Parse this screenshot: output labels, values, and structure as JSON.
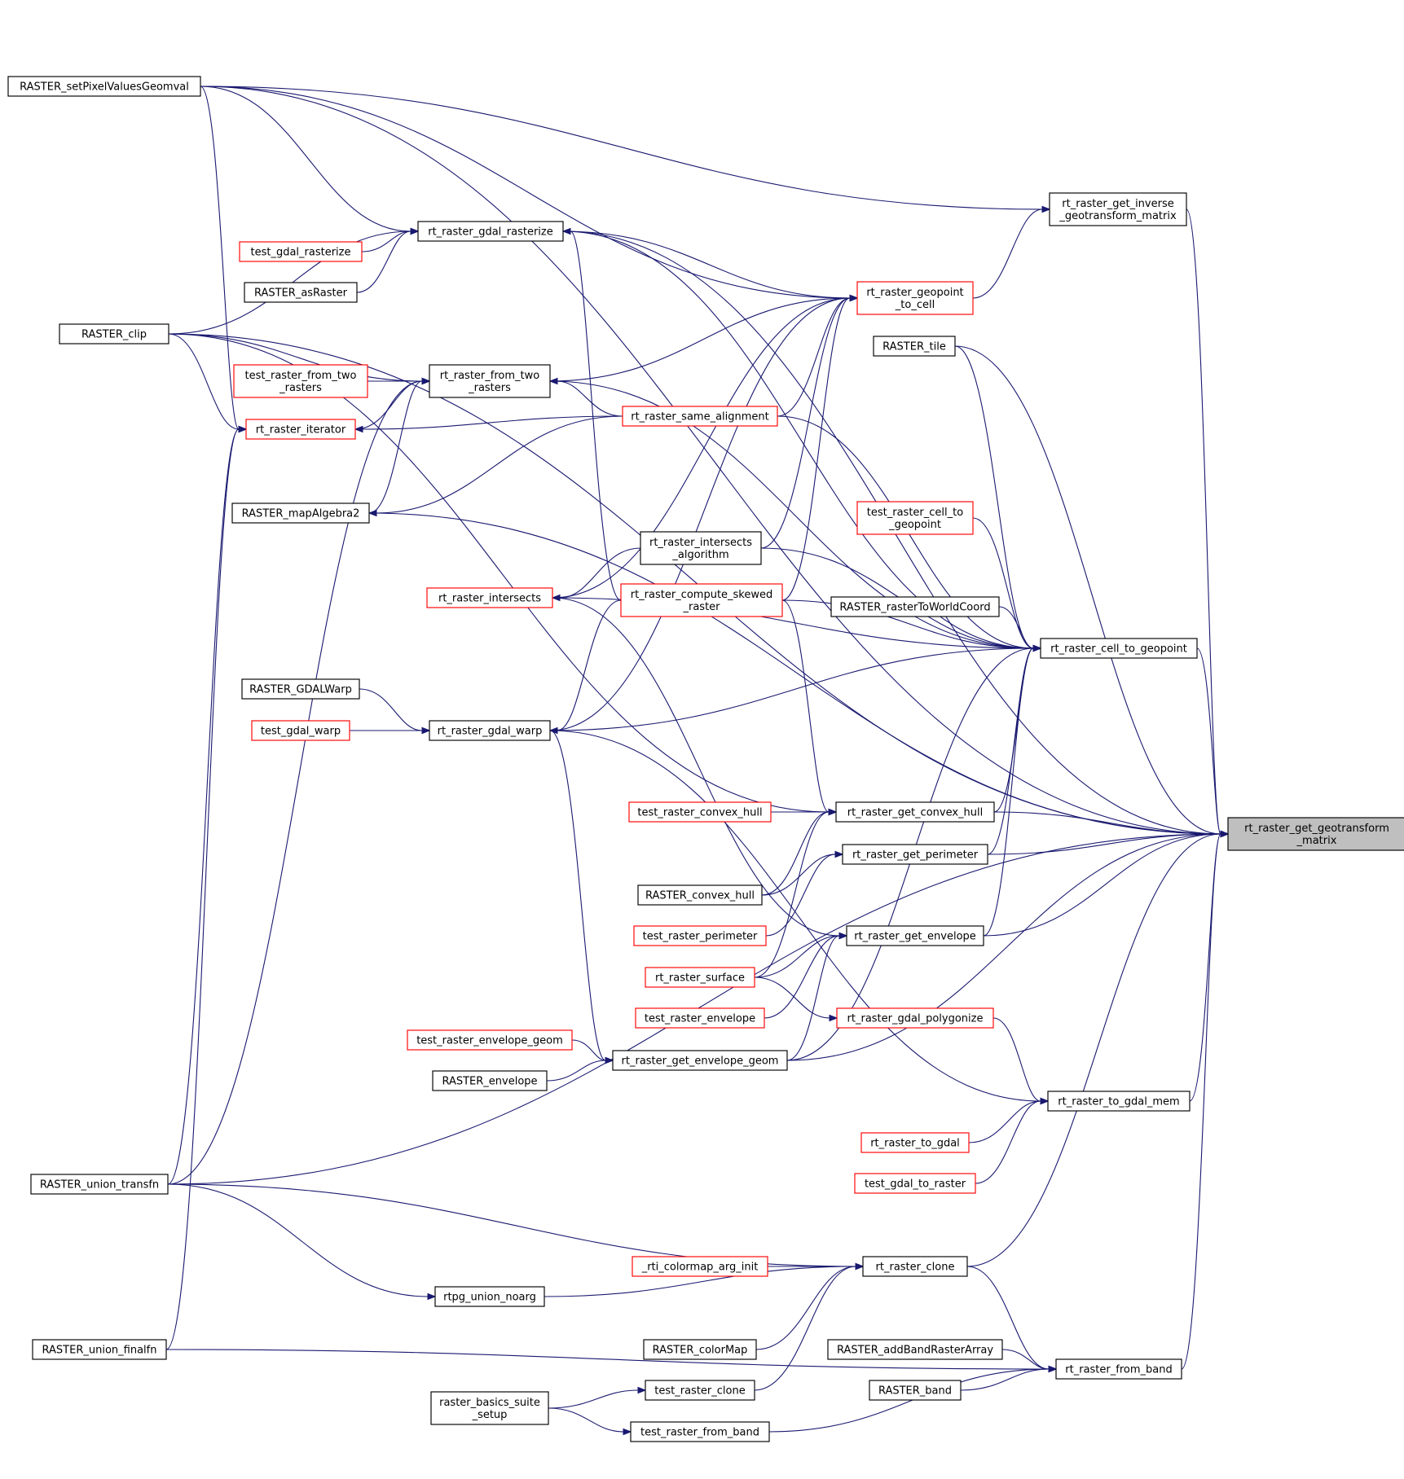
{
  "colors": {
    "edge": "#191970",
    "box_border": "#000000",
    "box_border_red": "#ff0000",
    "box_fill": "#ffffff",
    "focus_fill": "#bfbfbf"
  },
  "nodes": [
    {
      "id": "main",
      "lines": [
        "rt_raster_get_geotransform",
        "_matrix"
      ],
      "border": "black",
      "focus": true,
      "interactable": false
    },
    {
      "id": "setPixel",
      "lines": [
        "RASTER_setPixelValuesGeomval"
      ],
      "border": "black",
      "interactable": true
    },
    {
      "id": "inverse",
      "lines": [
        "rt_raster_get_inverse",
        "_geotransform_matrix"
      ],
      "border": "black",
      "interactable": true
    },
    {
      "id": "rasterize",
      "lines": [
        "rt_raster_gdal_rasterize"
      ],
      "border": "black",
      "interactable": true
    },
    {
      "id": "test_rasterize",
      "lines": [
        "test_gdal_rasterize"
      ],
      "border": "red",
      "interactable": true
    },
    {
      "id": "asRaster",
      "lines": [
        "RASTER_asRaster"
      ],
      "border": "black",
      "interactable": true
    },
    {
      "id": "geopoint",
      "lines": [
        "rt_raster_geopoint",
        "_to_cell"
      ],
      "border": "red",
      "interactable": true
    },
    {
      "id": "clip",
      "lines": [
        "RASTER_clip"
      ],
      "border": "black",
      "interactable": true
    },
    {
      "id": "tile",
      "lines": [
        "RASTER_tile"
      ],
      "border": "black",
      "interactable": true
    },
    {
      "id": "fromtwo",
      "lines": [
        "rt_raster_from_two",
        "_rasters"
      ],
      "border": "black",
      "interactable": true
    },
    {
      "id": "test_fromtwo",
      "lines": [
        "test_raster_from_two",
        "_rasters"
      ],
      "border": "red",
      "interactable": true
    },
    {
      "id": "iterator",
      "lines": [
        "rt_raster_iterator"
      ],
      "border": "red",
      "interactable": true
    },
    {
      "id": "samealign",
      "lines": [
        "rt_raster_same_alignment"
      ],
      "border": "red",
      "interactable": true
    },
    {
      "id": "mapalg",
      "lines": [
        "RASTER_mapAlgebra2"
      ],
      "border": "black",
      "interactable": true
    },
    {
      "id": "test_celltogeo",
      "lines": [
        "test_raster_cell_to",
        "_geopoint"
      ],
      "border": "red",
      "interactable": true
    },
    {
      "id": "intalg",
      "lines": [
        "rt_raster_intersects",
        "_algorithm"
      ],
      "border": "black",
      "interactable": true
    },
    {
      "id": "intersects",
      "lines": [
        "rt_raster_intersects"
      ],
      "border": "red",
      "interactable": true
    },
    {
      "id": "skewed",
      "lines": [
        "rt_raster_compute_skewed",
        "_raster"
      ],
      "border": "red",
      "interactable": true
    },
    {
      "id": "r2world",
      "lines": [
        "RASTER_rasterToWorldCoord"
      ],
      "border": "black",
      "interactable": true
    },
    {
      "id": "celltogeo",
      "lines": [
        "rt_raster_cell_to_geopoint"
      ],
      "border": "black",
      "interactable": true
    },
    {
      "id": "gdalwarp_sql",
      "lines": [
        "RASTER_GDALWarp"
      ],
      "border": "black",
      "interactable": true
    },
    {
      "id": "test_warp",
      "lines": [
        "test_gdal_warp"
      ],
      "border": "red",
      "interactable": true
    },
    {
      "id": "warp",
      "lines": [
        "rt_raster_gdal_warp"
      ],
      "border": "black",
      "interactable": true
    },
    {
      "id": "test_hull",
      "lines": [
        "test_raster_convex_hull"
      ],
      "border": "red",
      "interactable": true
    },
    {
      "id": "hull",
      "lines": [
        "rt_raster_get_convex_hull"
      ],
      "border": "black",
      "interactable": true
    },
    {
      "id": "perimeter",
      "lines": [
        "rt_raster_get_perimeter"
      ],
      "border": "black",
      "interactable": true
    },
    {
      "id": "hull_sql",
      "lines": [
        "RASTER_convex_hull"
      ],
      "border": "black",
      "interactable": true
    },
    {
      "id": "test_perim",
      "lines": [
        "test_raster_perimeter"
      ],
      "border": "red",
      "interactable": true
    },
    {
      "id": "envelope",
      "lines": [
        "rt_raster_get_envelope"
      ],
      "border": "black",
      "interactable": true
    },
    {
      "id": "surface",
      "lines": [
        "rt_raster_surface"
      ],
      "border": "red",
      "interactable": true
    },
    {
      "id": "test_env",
      "lines": [
        "test_raster_envelope"
      ],
      "border": "red",
      "interactable": true
    },
    {
      "id": "polygonize",
      "lines": [
        "rt_raster_gdal_polygonize"
      ],
      "border": "red",
      "interactable": true
    },
    {
      "id": "test_envgeom",
      "lines": [
        "test_raster_envelope_geom"
      ],
      "border": "red",
      "interactable": true
    },
    {
      "id": "envgeom",
      "lines": [
        "rt_raster_get_envelope_geom"
      ],
      "border": "black",
      "interactable": true
    },
    {
      "id": "env_sql",
      "lines": [
        "RASTER_envelope"
      ],
      "border": "black",
      "interactable": true
    },
    {
      "id": "gdalmem",
      "lines": [
        "rt_raster_to_gdal_mem"
      ],
      "border": "black",
      "interactable": true
    },
    {
      "id": "togdal",
      "lines": [
        "rt_raster_to_gdal"
      ],
      "border": "red",
      "interactable": true
    },
    {
      "id": "test_gdal2raster",
      "lines": [
        "test_gdal_to_raster"
      ],
      "border": "red",
      "interactable": true
    },
    {
      "id": "union_t",
      "lines": [
        "RASTER_union_transfn"
      ],
      "border": "black",
      "interactable": true
    },
    {
      "id": "clone",
      "lines": [
        "rt_raster_clone"
      ],
      "border": "black",
      "interactable": true
    },
    {
      "id": "cmap",
      "lines": [
        "_rti_colormap_arg_init"
      ],
      "border": "red",
      "interactable": true
    },
    {
      "id": "noarg",
      "lines": [
        "rtpg_union_noarg"
      ],
      "border": "black",
      "interactable": true
    },
    {
      "id": "colormap",
      "lines": [
        "RASTER_colorMap"
      ],
      "border": "black",
      "interactable": true
    },
    {
      "id": "addband",
      "lines": [
        "RASTER_addBandRasterArray"
      ],
      "border": "black",
      "interactable": true
    },
    {
      "id": "union_f",
      "lines": [
        "RASTER_union_finalfn"
      ],
      "border": "black",
      "interactable": true
    },
    {
      "id": "fromband",
      "lines": [
        "rt_raster_from_band"
      ],
      "border": "black",
      "interactable": true
    },
    {
      "id": "band",
      "lines": [
        "RASTER_band"
      ],
      "border": "black",
      "interactable": true
    },
    {
      "id": "test_clone",
      "lines": [
        "test_raster_clone"
      ],
      "border": "black",
      "interactable": true
    },
    {
      "id": "suite",
      "lines": [
        "raster_basics_suite",
        "_setup"
      ],
      "border": "black",
      "interactable": true
    },
    {
      "id": "test_fromband",
      "lines": [
        "test_raster_from_band"
      ],
      "border": "black",
      "interactable": true
    }
  ],
  "edges": [
    [
      "setPixel",
      "main"
    ],
    [
      "inverse",
      "main"
    ],
    [
      "rasterize",
      "main"
    ],
    [
      "tile",
      "main"
    ],
    [
      "celltogeo",
      "main"
    ],
    [
      "mapalg",
      "main"
    ],
    [
      "hull",
      "main"
    ],
    [
      "perimeter",
      "main"
    ],
    [
      "envelope",
      "main"
    ],
    [
      "envgeom",
      "main"
    ],
    [
      "gdalmem",
      "main"
    ],
    [
      "union_t",
      "main"
    ],
    [
      "clone",
      "main"
    ],
    [
      "fromband",
      "main"
    ],
    [
      "clip",
      "main"
    ],
    [
      "setPixel",
      "inverse"
    ],
    [
      "setPixel",
      "rasterize"
    ],
    [
      "setPixel",
      "geopoint"
    ],
    [
      "setPixel",
      "iterator"
    ],
    [
      "clip",
      "rasterize"
    ],
    [
      "clip",
      "fromtwo"
    ],
    [
      "clip",
      "iterator"
    ],
    [
      "clip",
      "hull"
    ],
    [
      "test_rasterize",
      "rasterize"
    ],
    [
      "asRaster",
      "rasterize"
    ],
    [
      "rasterize",
      "geopoint"
    ],
    [
      "rasterize",
      "celltogeo"
    ],
    [
      "geopoint",
      "inverse"
    ],
    [
      "fromtwo",
      "geopoint"
    ],
    [
      "fromtwo",
      "celltogeo"
    ],
    [
      "samealign",
      "geopoint"
    ],
    [
      "samealign",
      "fromtwo"
    ],
    [
      "samealign",
      "celltogeo"
    ],
    [
      "samealign",
      "iterator"
    ],
    [
      "samealign",
      "mapalg"
    ],
    [
      "intalg",
      "geopoint"
    ],
    [
      "intalg",
      "intersects"
    ],
    [
      "intalg",
      "celltogeo"
    ],
    [
      "intersects",
      "geopoint"
    ],
    [
      "intersects",
      "celltogeo"
    ],
    [
      "intersects",
      "envelope"
    ],
    [
      "skewed",
      "geopoint"
    ],
    [
      "skewed",
      "celltogeo"
    ],
    [
      "skewed",
      "hull"
    ],
    [
      "skewed",
      "warp"
    ],
    [
      "skewed",
      "rasterize"
    ],
    [
      "warp",
      "geopoint"
    ],
    [
      "warp",
      "celltogeo"
    ],
    [
      "warp",
      "envgeom"
    ],
    [
      "warp",
      "gdalmem"
    ],
    [
      "iterator",
      "fromtwo"
    ],
    [
      "mapalg",
      "fromtwo"
    ],
    [
      "test_fromtwo",
      "fromtwo"
    ],
    [
      "union_t",
      "iterator"
    ],
    [
      "union_f",
      "iterator"
    ],
    [
      "union_t",
      "fromtwo"
    ],
    [
      "tile",
      "celltogeo"
    ],
    [
      "test_celltogeo",
      "celltogeo"
    ],
    [
      "r2world",
      "celltogeo"
    ],
    [
      "hull",
      "celltogeo"
    ],
    [
      "perimeter",
      "celltogeo"
    ],
    [
      "envelope",
      "celltogeo"
    ],
    [
      "envgeom",
      "celltogeo"
    ],
    [
      "gdalwarp_sql",
      "warp"
    ],
    [
      "test_warp",
      "warp"
    ],
    [
      "test_hull",
      "hull"
    ],
    [
      "hull_sql",
      "hull"
    ],
    [
      "surface",
      "hull"
    ],
    [
      "hull_sql",
      "perimeter"
    ],
    [
      "test_perim",
      "perimeter"
    ],
    [
      "surface",
      "envelope"
    ],
    [
      "test_env",
      "envelope"
    ],
    [
      "envgeom",
      "envelope"
    ],
    [
      "surface",
      "polygonize"
    ],
    [
      "polygonize",
      "gdalmem"
    ],
    [
      "test_envgeom",
      "envgeom"
    ],
    [
      "env_sql",
      "envgeom"
    ],
    [
      "togdal",
      "gdalmem"
    ],
    [
      "test_gdal2raster",
      "gdalmem"
    ],
    [
      "union_t",
      "clone"
    ],
    [
      "cmap",
      "clone"
    ],
    [
      "noarg",
      "clone"
    ],
    [
      "colormap",
      "clone"
    ],
    [
      "test_clone",
      "clone"
    ],
    [
      "union_t",
      "noarg"
    ],
    [
      "clone",
      "fromband"
    ],
    [
      "addband",
      "fromband"
    ],
    [
      "band",
      "fromband"
    ],
    [
      "union_f",
      "fromband"
    ],
    [
      "test_fromband",
      "fromband"
    ],
    [
      "suite",
      "test_clone"
    ],
    [
      "suite",
      "test_fromband"
    ]
  ]
}
